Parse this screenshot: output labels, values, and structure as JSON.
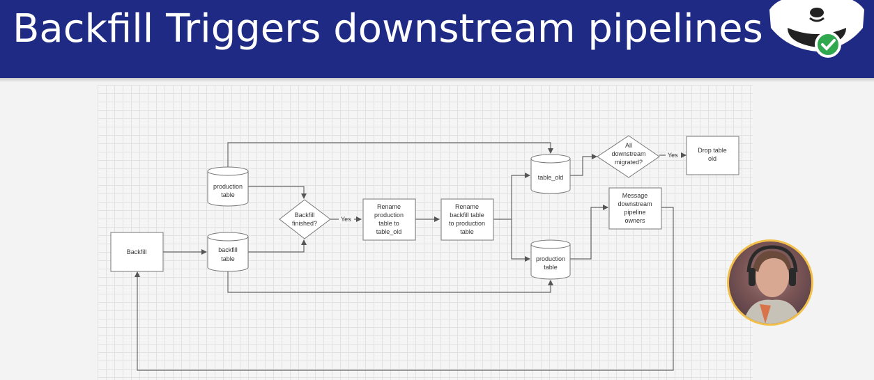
{
  "header": {
    "title": "Backfill Triggers downstream pipelines",
    "background": "#1f2a85",
    "logo_icon": "panda-check-logo"
  },
  "diagram": {
    "nodes": {
      "backfill": "Backfill",
      "production_table_1": [
        "production",
        "table"
      ],
      "backfill_table": [
        "backfill",
        "table"
      ],
      "backfill_finished": [
        "Backfill",
        "finished?"
      ],
      "rename_production": [
        "Rename",
        "production",
        "table to",
        "table_old"
      ],
      "rename_backfill": [
        "Rename",
        "backfill table",
        "to production",
        "table"
      ],
      "table_old": "table_old",
      "production_table_2": [
        "production",
        "table"
      ],
      "all_migrated": [
        "All",
        "downstream",
        "migrated?"
      ],
      "drop_table": [
        "Drop table",
        "old"
      ],
      "message_owners": [
        "Message",
        "downstream",
        "pipeline",
        "owners"
      ]
    },
    "edge_labels": {
      "yes_1": "Yes",
      "yes_2": "Yes"
    }
  },
  "webcam": {
    "icon": "presenter-webcam",
    "border_color": "#f2c04a"
  }
}
